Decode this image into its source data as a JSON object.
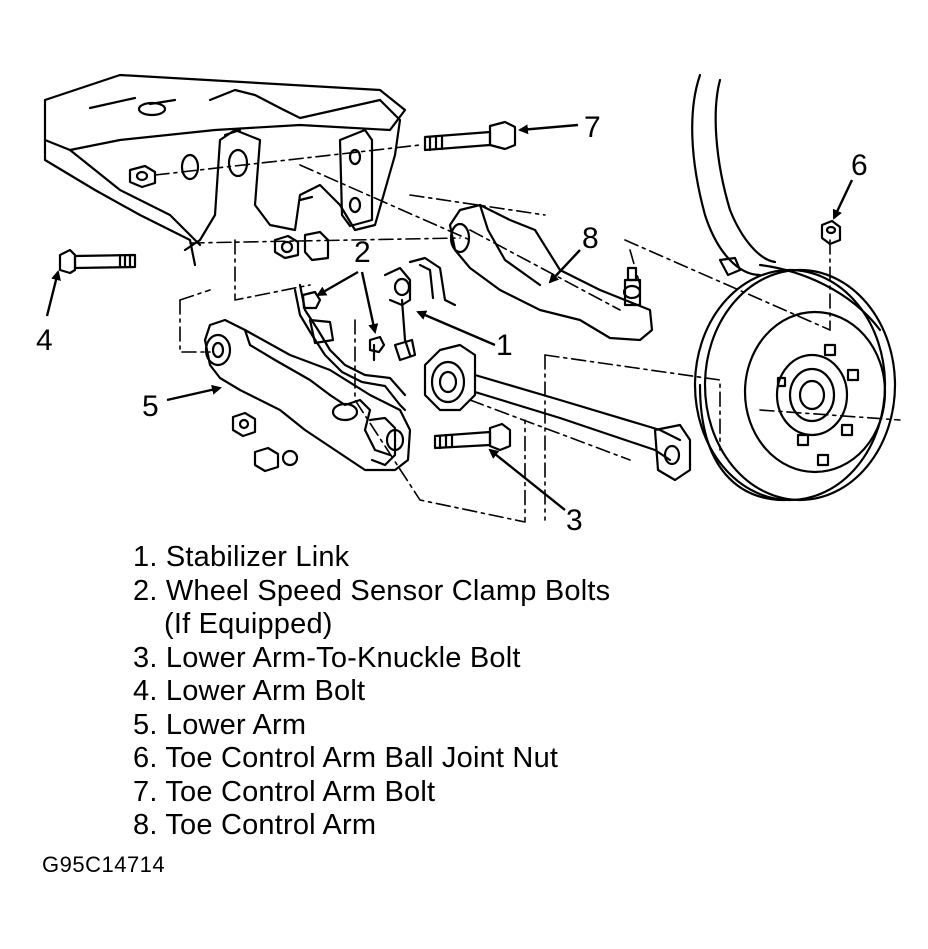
{
  "callouts": [
    {
      "id": "1"
    },
    {
      "id": "2"
    },
    {
      "id": "3"
    },
    {
      "id": "4"
    },
    {
      "id": "5"
    },
    {
      "id": "6"
    },
    {
      "id": "7"
    },
    {
      "id": "8"
    }
  ],
  "legend": [
    {
      "num": "1.",
      "label": "Stabilizer Link"
    },
    {
      "num": "2.",
      "label": "Wheel Speed Sensor Clamp Bolts",
      "cont": "(If Equipped)"
    },
    {
      "num": "3.",
      "label": "Lower Arm-To-Knuckle Bolt"
    },
    {
      "num": "4.",
      "label": "Lower Arm Bolt"
    },
    {
      "num": "5.",
      "label": "Lower Arm"
    },
    {
      "num": "6.",
      "label": "Toe Control Arm Ball Joint Nut"
    },
    {
      "num": "7.",
      "label": "Toe Control Arm Bolt"
    },
    {
      "num": "8.",
      "label": "Toe Control Arm"
    }
  ],
  "figure_id": "G95C14714"
}
